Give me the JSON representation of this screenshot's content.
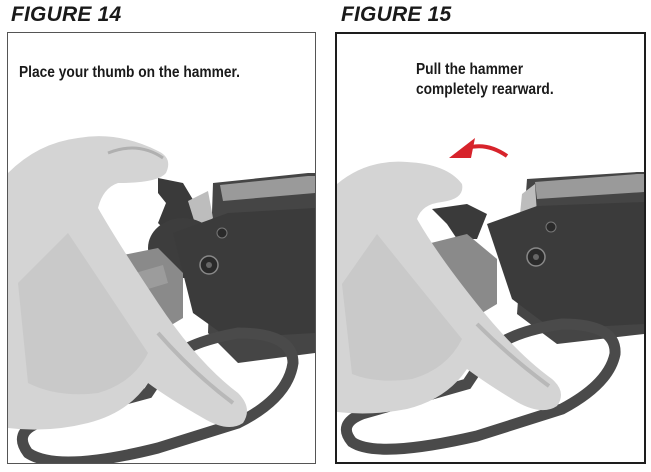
{
  "figures": [
    {
      "label": "FIGURE 14",
      "caption_lines": [
        "Place your thumb on the hammer."
      ],
      "illustration": "hand-thumb-on-rifle-hammer"
    },
    {
      "label": "FIGURE 15",
      "caption_lines": [
        "Pull the hammer",
        "completely rearward."
      ],
      "illustration": "hand-pulling-rifle-hammer-back",
      "annotation": {
        "icon": "curved-arrow-left-icon",
        "color": "#d7232b"
      }
    }
  ],
  "colors": {
    "text": "#1a1a1a",
    "skin_light": "#d9d9d9",
    "skin_shade": "#b5b5b5",
    "metal": "#4a4a4a",
    "metal_dark": "#2e2e2e",
    "wood": "#8c8c8c",
    "arrow": "#d7232b"
  }
}
